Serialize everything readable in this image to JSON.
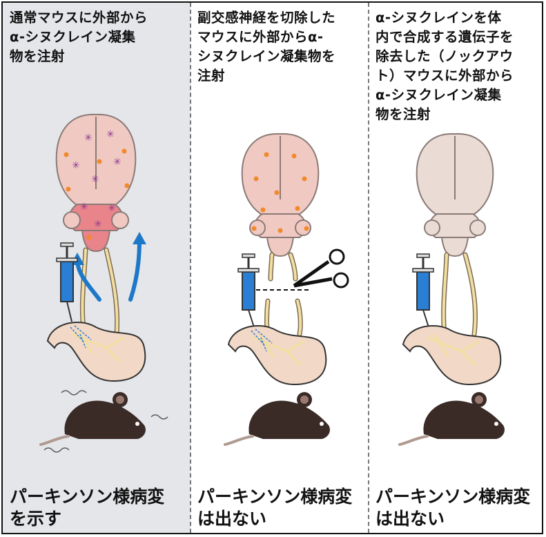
{
  "panels": [
    {
      "header": "通常マウスに外部から\nα-シヌクレイン凝集\n物を注射",
      "result": "パーキンソン様病変\nを示す",
      "background": "#e4e6ea",
      "brain_state": "aggregates-spread",
      "vagus_nerve": "intact",
      "mouse_state": "trembling"
    },
    {
      "header": "副交感神経を切除した\nマウスに外部からα-\nシヌクレイン凝集物を\n注射",
      "result": "パーキンソン様病変\nは出ない",
      "background": "#ffffff",
      "brain_state": "dots-only",
      "vagus_nerve": "cut",
      "mouse_state": "normal"
    },
    {
      "header": "α-シヌクレインを体\n内で合成する遺伝子を\n除去した（ノックアウ\nト）マウスに外部から\nα-シヌクレイン凝集\n物を注射",
      "result": "パーキンソン様病変\nは出ない",
      "background": "#ffffff",
      "brain_state": "clean",
      "vagus_nerve": "intact",
      "mouse_state": "normal"
    }
  ],
  "colors": {
    "brain_pink": "#f0c9c3",
    "brain_clean": "#eadbd4",
    "brainstem_red": "#e8848a",
    "dot_orange": "#f08a2c",
    "aggregate_purple": "#8a3a8e",
    "nerve_yellow": "#f2dfa0",
    "arrow_blue": "#1e78c8",
    "syringe_blue": "#2a7fd4",
    "stomach": "#f2d8c6",
    "mouse": "#3a2b27",
    "divider": "#777777",
    "frame": "#111111"
  },
  "icons": [
    "syringe-icon",
    "scissors-icon",
    "mouse-icon",
    "brain-icon",
    "stomach-icon",
    "arrow-up-icon"
  ]
}
